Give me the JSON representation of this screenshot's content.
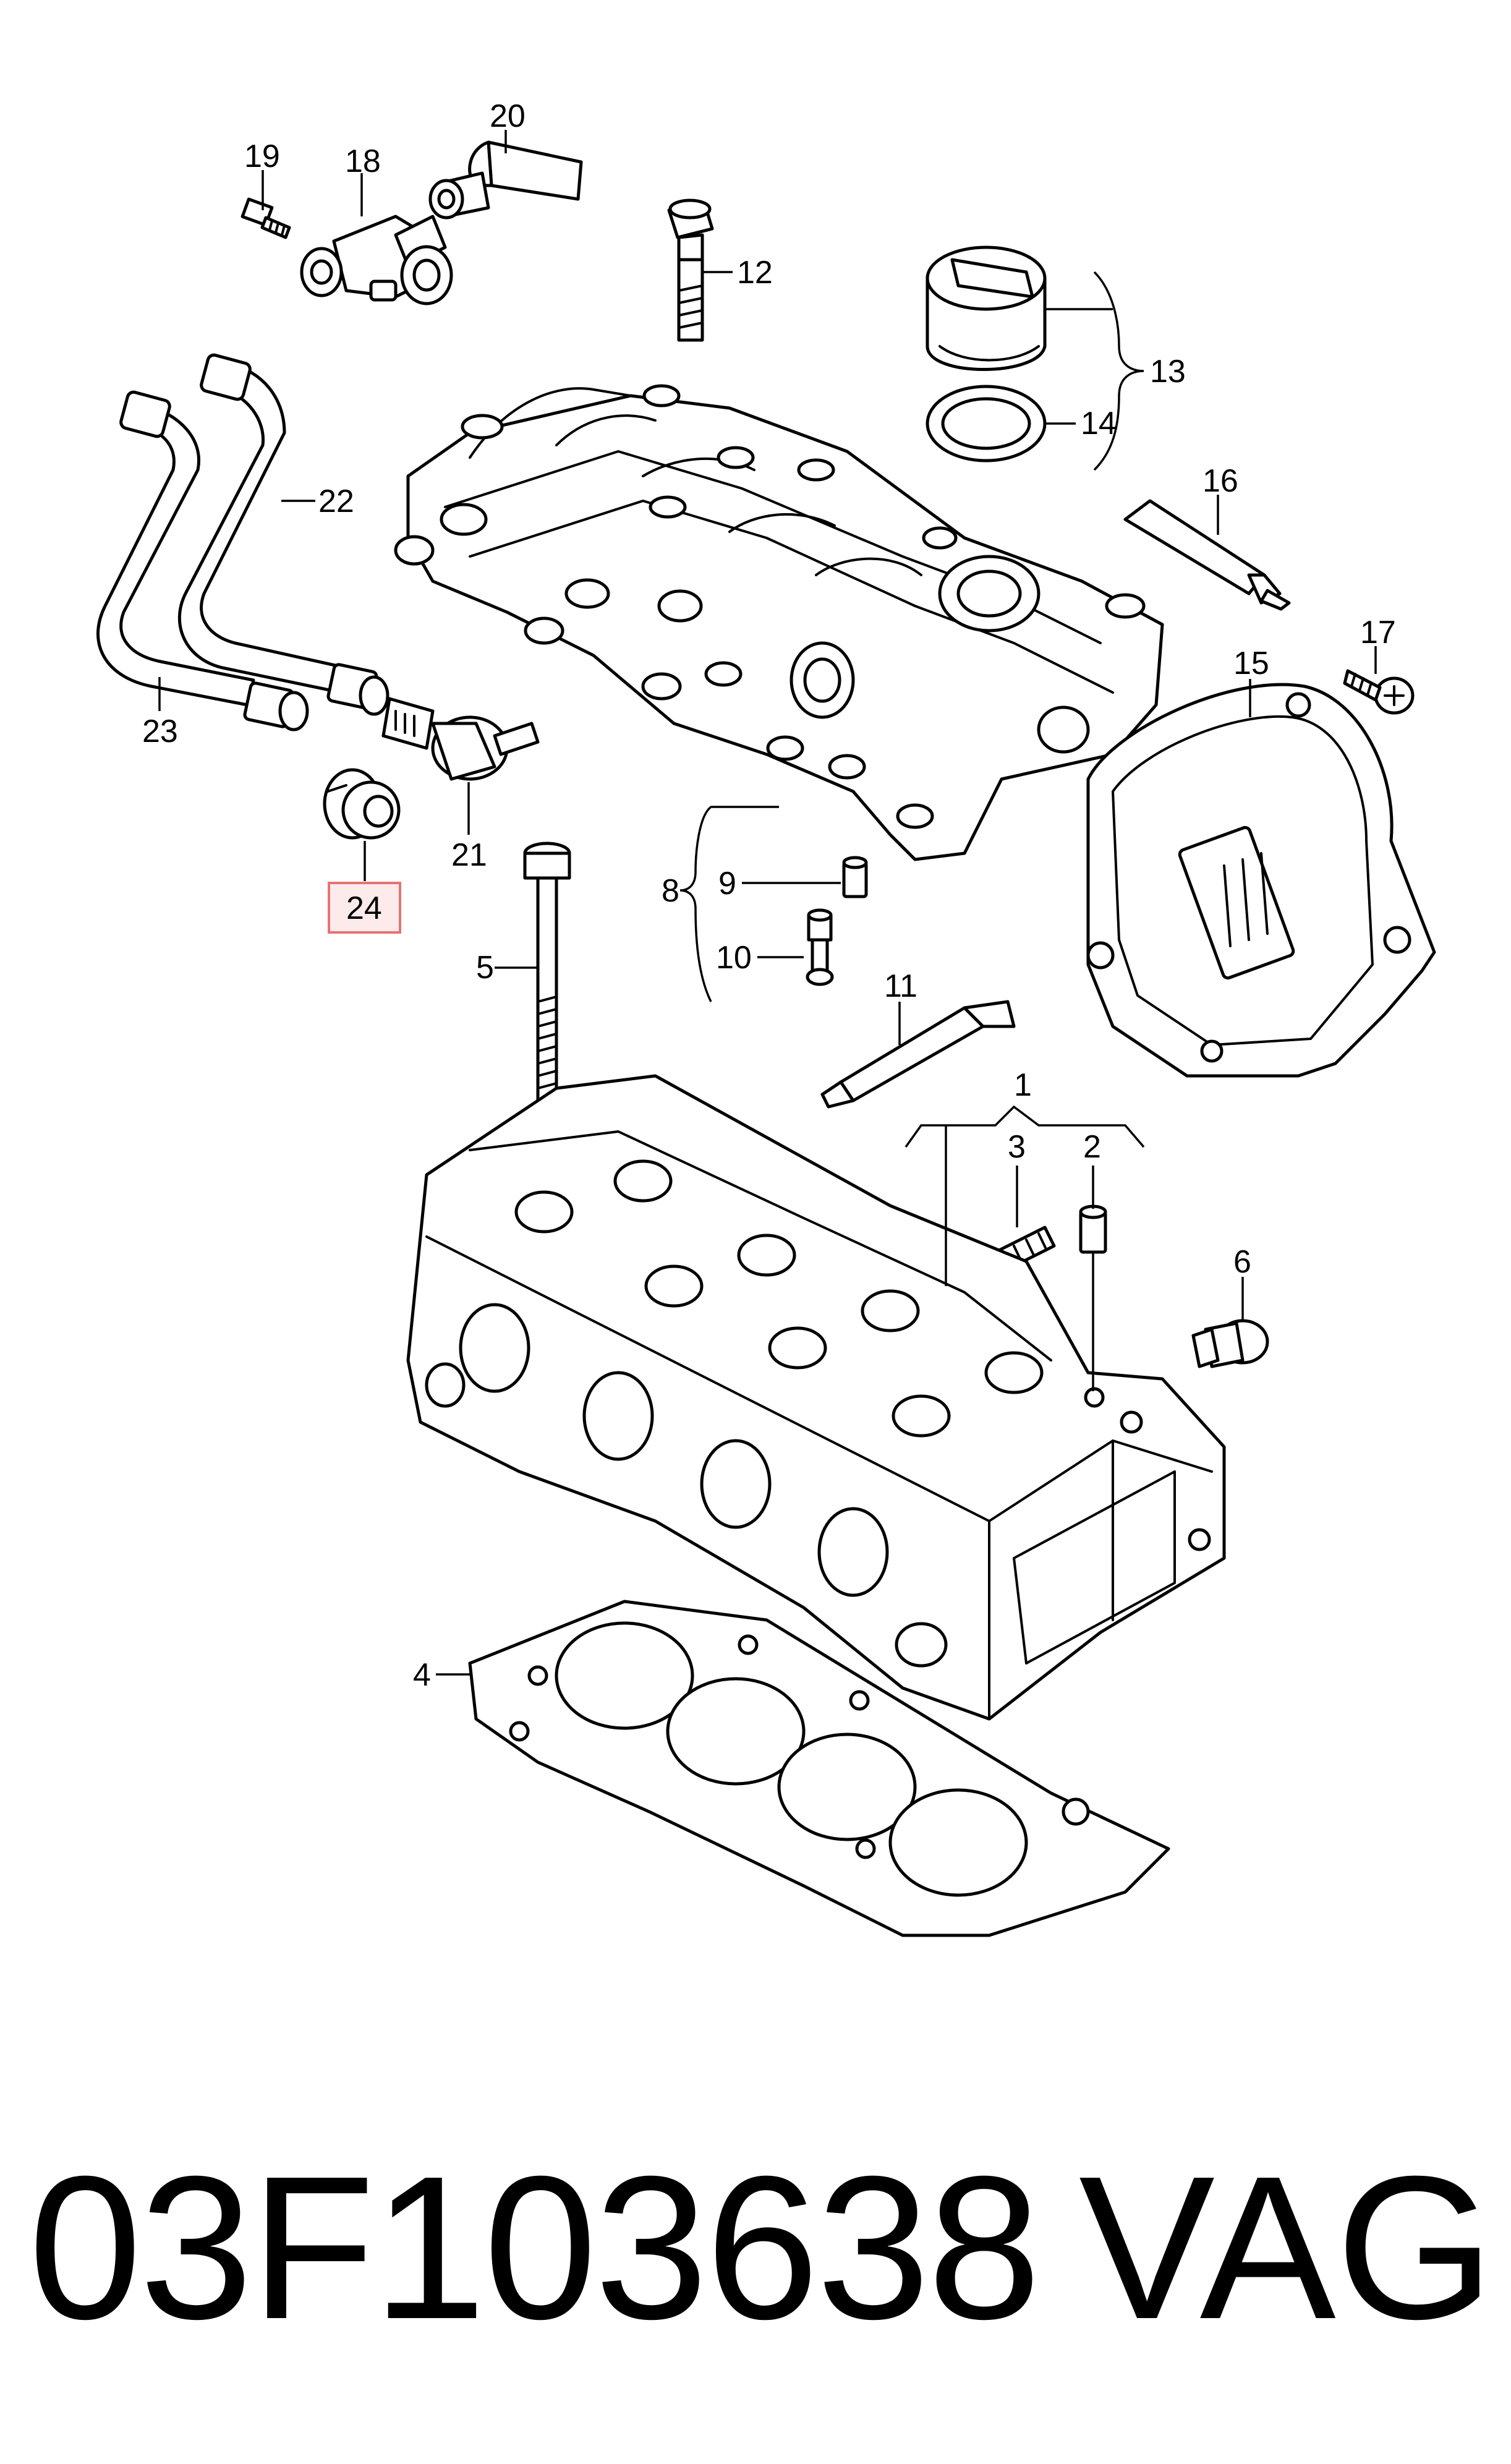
{
  "callouts": {
    "c1": "1",
    "c2": "2",
    "c3": "3",
    "c4": "4",
    "c5": "5",
    "c6": "6",
    "c8": "8",
    "c9": "9",
    "c10": "10",
    "c11": "11",
    "c12": "12",
    "c13": "13",
    "c14": "14",
    "c15": "15",
    "c16": "16",
    "c17": "17",
    "c18": "18",
    "c19": "19",
    "c20": "20",
    "c21": "21",
    "c22": "22",
    "c23": "23",
    "c24": "24"
  },
  "highlight": {
    "callout": "24",
    "color": "#e57373",
    "fill": "#fdeaea"
  },
  "footer": {
    "part_number": "03F103638",
    "brand": "VAG"
  }
}
